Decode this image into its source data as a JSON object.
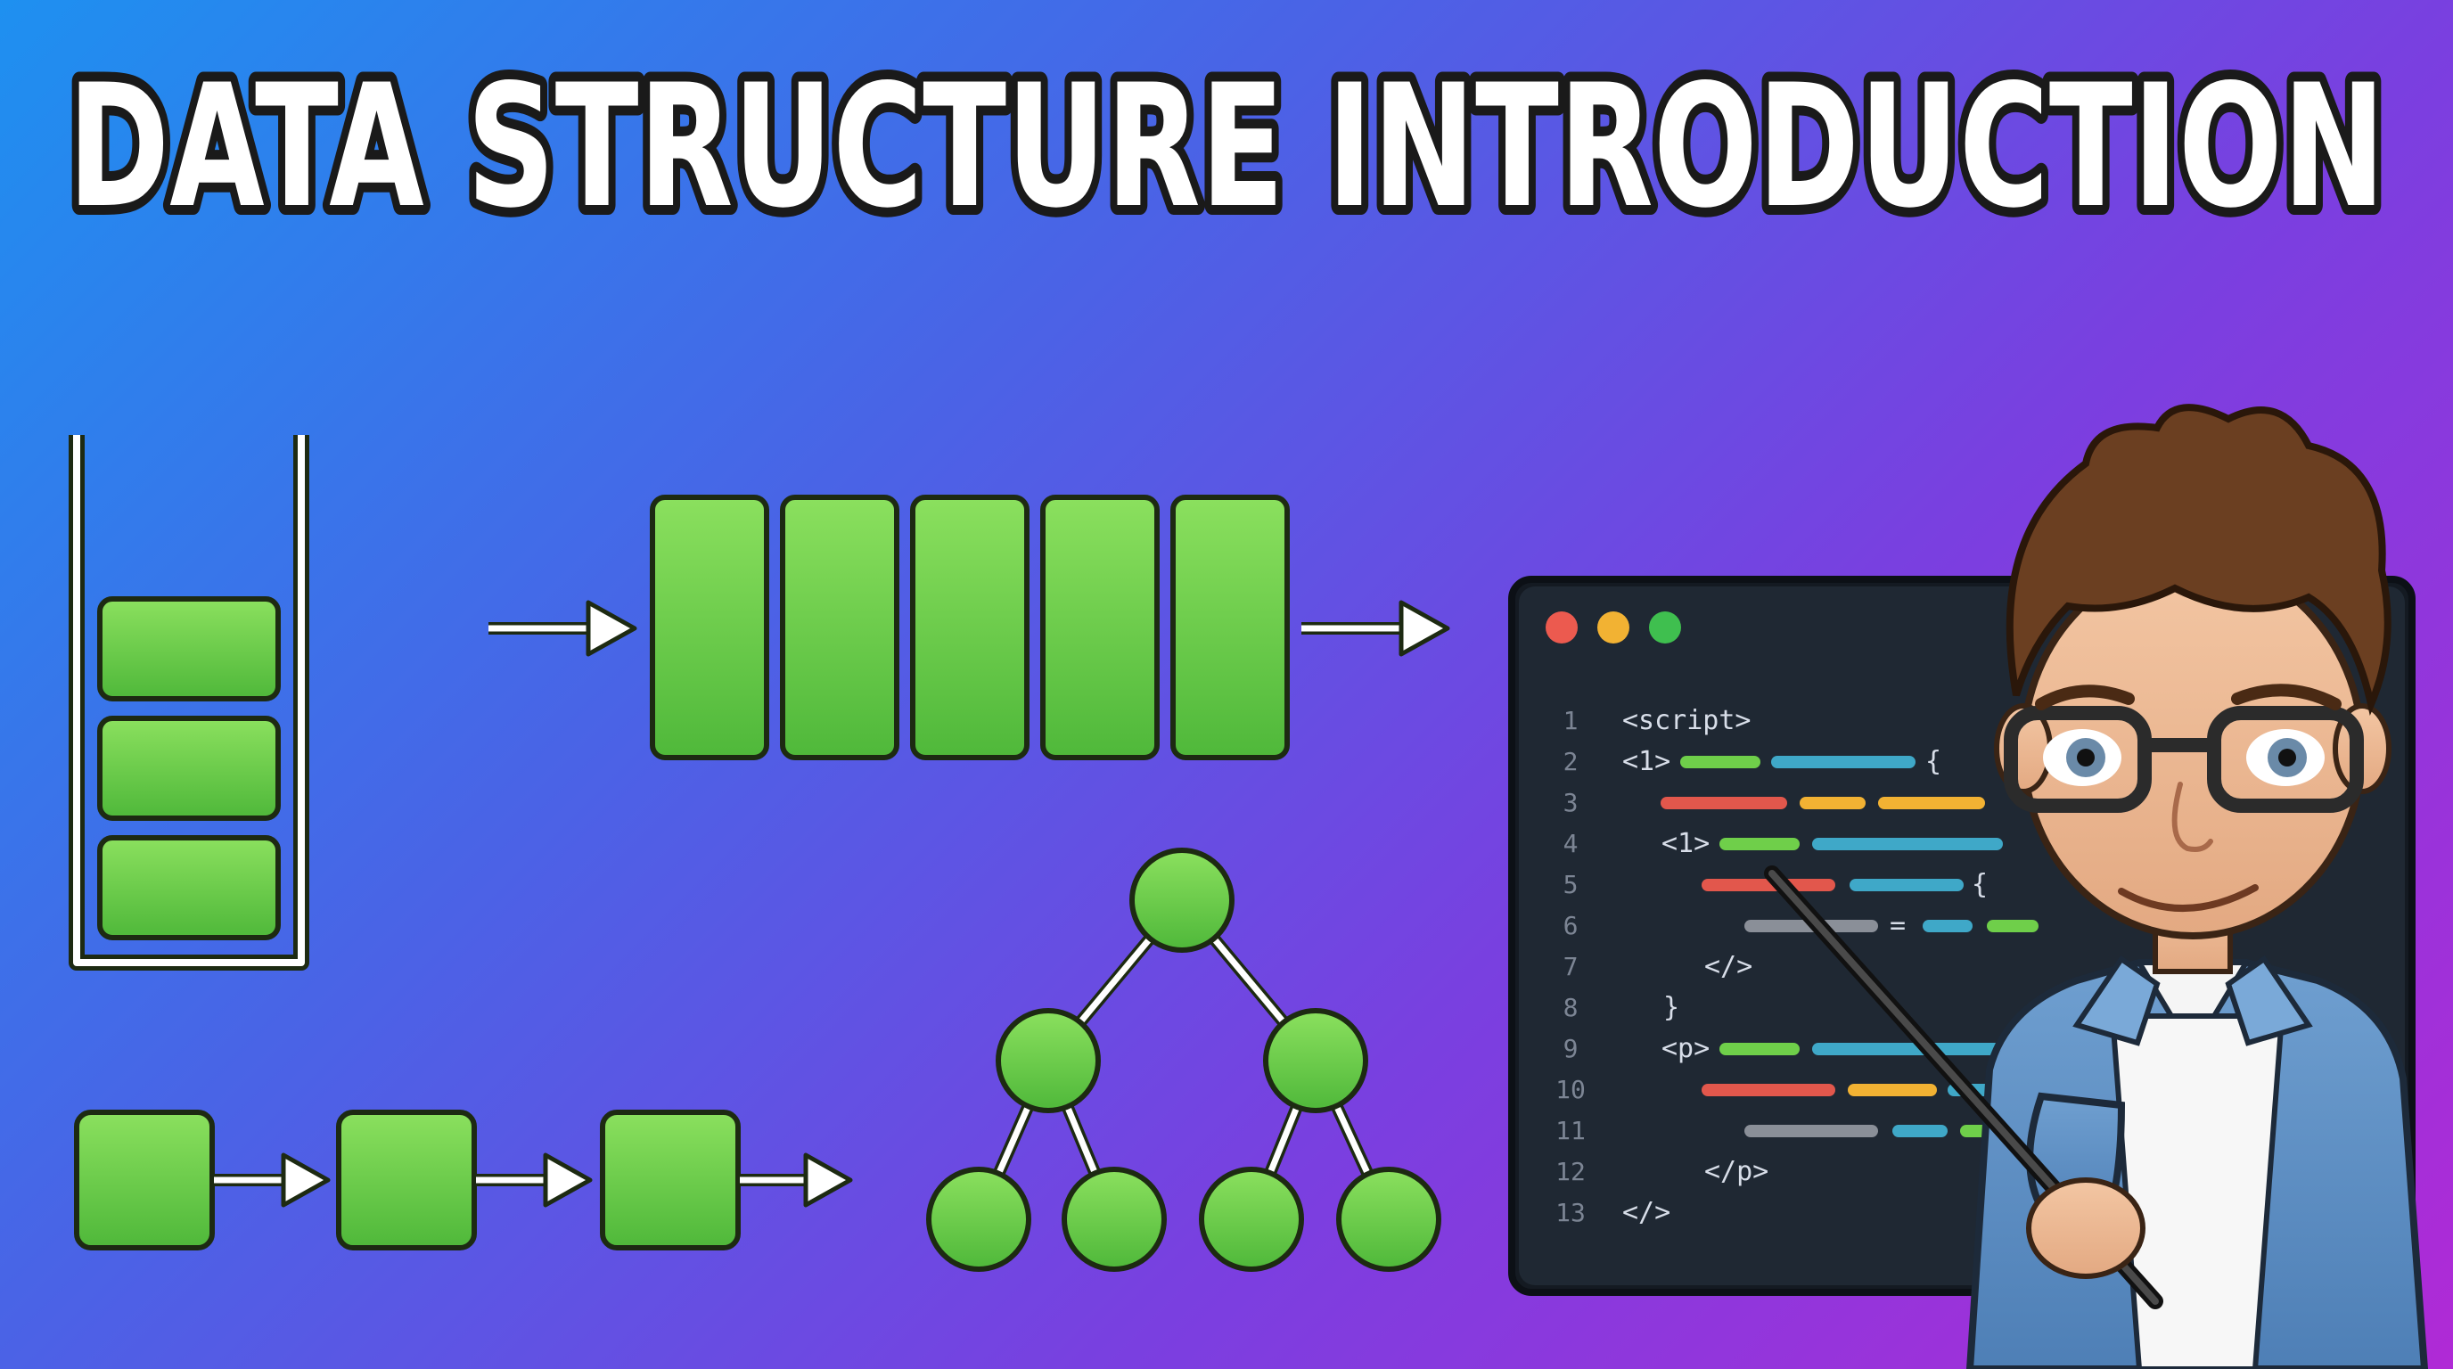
{
  "title": "DATA STRUCTURE INTRODUCTION",
  "colors": {
    "background_start": "#1e90f0",
    "background_end": "#b02ad6",
    "node_green": "#6fd14a",
    "node_outline": "#1d2a12",
    "editor_bg": "#1f2833",
    "dot_red": "#ec5a4f",
    "dot_yellow": "#f2b233",
    "dot_green": "#3fbf4f"
  },
  "illustrations": [
    {
      "name": "stack",
      "items": 3
    },
    {
      "name": "queue",
      "items": 5
    },
    {
      "name": "linked-list",
      "items": 3
    },
    {
      "name": "binary-tree",
      "items": 7
    }
  ],
  "editor": {
    "line_numbers": [
      "1",
      "2",
      "3",
      "4",
      "5",
      "6",
      "7",
      "8",
      "9",
      "10",
      "11",
      "12",
      "13"
    ],
    "lines": {
      "l1": "<script>",
      "l2_tag": "<1>",
      "l2_brace": "{",
      "l4_tag": "<1>",
      "l5_brace": "{",
      "l6_eq": "=",
      "l7": "</>",
      "l8": "}",
      "l9_tag": "<p>",
      "l12": "</p>",
      "l13": "</>"
    }
  },
  "character": {
    "name": "presenter-avatar",
    "holding": "pointer-stick"
  }
}
